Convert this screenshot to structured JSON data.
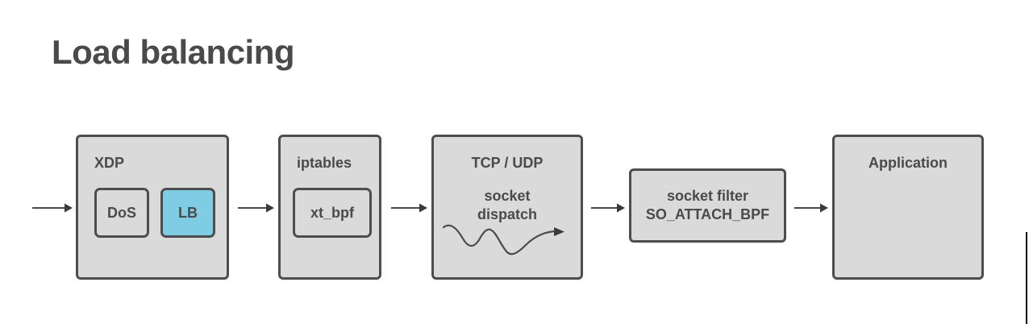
{
  "slide": {
    "title": "Load balancing",
    "title_color": "#4a4a4a",
    "background": "#ffffff"
  },
  "theme": {
    "box_fill": "#dadada",
    "box_border": "#4d4d4d",
    "accent_fill": "#7ecde4",
    "text_color": "#4a4a4a",
    "arrow_color": "#4a4a4a",
    "edge_rule_color": "#000000"
  },
  "pipeline": {
    "stages": [
      {
        "id": "xdp",
        "label": "XDP",
        "label_align": "left",
        "sub_boxes": [
          {
            "id": "dos",
            "label": "DoS",
            "highlighted": false
          },
          {
            "id": "lb",
            "label": "LB",
            "highlighted": true
          }
        ]
      },
      {
        "id": "iptables",
        "label": "iptables",
        "label_align": "left",
        "sub_boxes": [
          {
            "id": "xt-bpf",
            "label": "xt_bpf",
            "highlighted": false
          }
        ]
      },
      {
        "id": "tcp-udp",
        "label": "TCP / UDP",
        "label_align": "center",
        "body_text": "socket\ndispatch",
        "decoration": "wavy-dispatch-arrow"
      },
      {
        "id": "socket-filter",
        "label": "",
        "label_align": "center",
        "body_text": "socket filter\nSO_ATTACH_BPF"
      },
      {
        "id": "application",
        "label": "Application",
        "label_align": "center"
      }
    ],
    "connectors": [
      {
        "id": "ingress-to-xdp",
        "from": "ingress",
        "to": "xdp"
      },
      {
        "id": "xdp-to-iptables",
        "from": "xdp",
        "to": "iptables"
      },
      {
        "id": "iptables-to-tcp-udp",
        "from": "iptables",
        "to": "tcp-udp"
      },
      {
        "id": "tcp-udp-to-socket-filter",
        "from": "tcp-udp",
        "to": "socket-filter"
      },
      {
        "id": "socket-filter-to-application",
        "from": "socket-filter",
        "to": "application"
      }
    ]
  }
}
